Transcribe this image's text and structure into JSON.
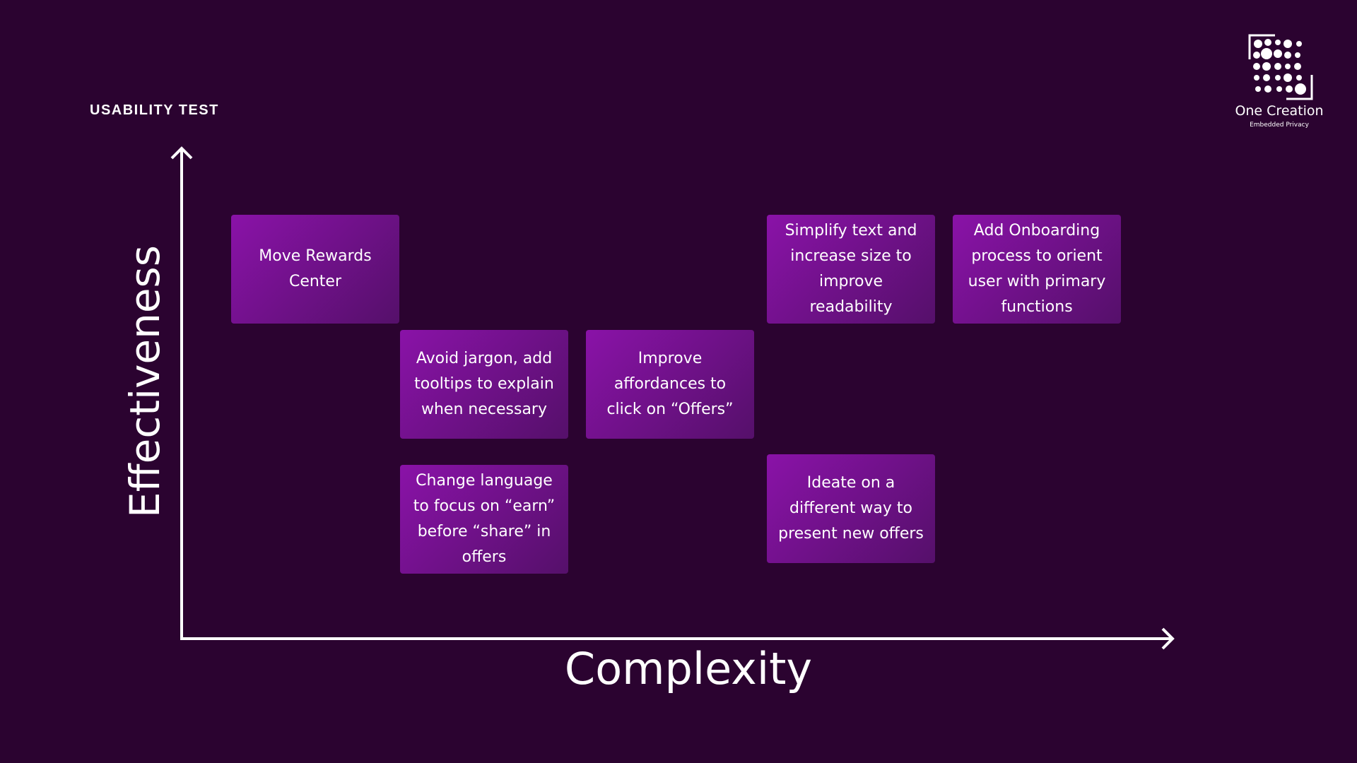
{
  "header": {
    "section_label": "USABILITY TEST"
  },
  "logo": {
    "name": "One Creation",
    "tagline": "Embedded Privacy"
  },
  "axes": {
    "y_label": "Effectiveness",
    "x_label": "Complexity"
  },
  "cards": [
    {
      "text": "Move Rewards Center"
    },
    {
      "text": "Simplify text and increase size to improve readability"
    },
    {
      "text": "Add Onboarding process to orient user with primary functions"
    },
    {
      "text": "Avoid jargon, add tooltips to explain when necessary"
    },
    {
      "text": "Improve affordances to click on “Offers”"
    },
    {
      "text": "Change language to focus on “earn” before “share” in offers"
    },
    {
      "text": "Ideate on a different way to present new offers"
    }
  ],
  "colors": {
    "background": "#2b0330",
    "card_start": "#8a12a8",
    "card_end": "#55106a",
    "text": "#ffffff"
  }
}
